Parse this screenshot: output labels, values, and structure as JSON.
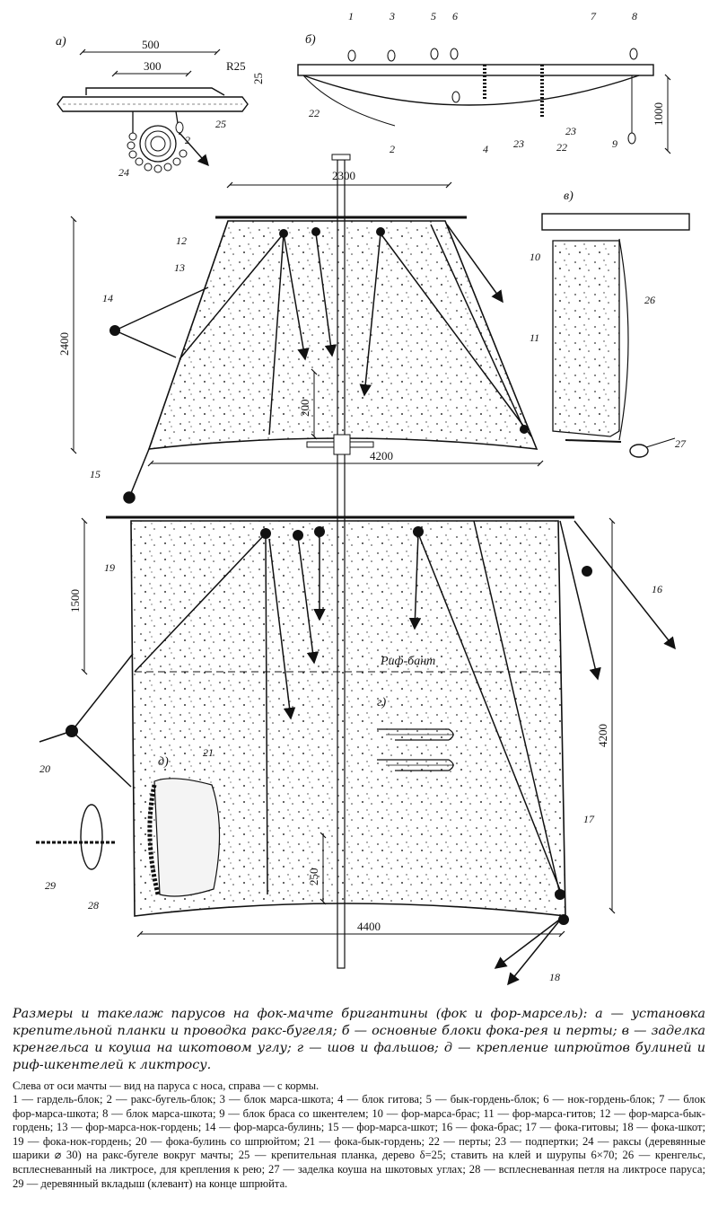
{
  "panel_labels": {
    "a": "а)",
    "b": "б)",
    "v": "в)",
    "g": "г)",
    "d": "д)"
  },
  "dimensions": {
    "a_width_outer": "500",
    "a_width_inner": "300",
    "a_radius": "R25",
    "a_height": "25",
    "b_height": "1000",
    "top_yard": "2300",
    "topsail_height": "2400",
    "topsail_foot": "4200",
    "topsail_roach": "200",
    "fore_head_drop": "1500",
    "fore_height": "4200",
    "fore_foot": "4400",
    "fore_roach": "250"
  },
  "reef_label": "Риф-бант",
  "numbers": [
    "1",
    "2",
    "3",
    "4",
    "5",
    "6",
    "7",
    "8",
    "9",
    "10",
    "11",
    "12",
    "13",
    "14",
    "15",
    "16",
    "17",
    "18",
    "19",
    "20",
    "21",
    "22",
    "23",
    "24",
    "25",
    "26",
    "27",
    "28",
    "29"
  ],
  "caption": {
    "title": "Размеры и такелаж парусов на фок-мачте бригантины (фок и фор-марсель): а — установка крепительной планки и проводка ракс-бугеля; б — основные блоки фока-рея и перты; в — заделка кренгельса и коуша на шкотовом углу; г — шов и фальшов; д — крепление шпрюйтов булиней и риф-шкентелей к ликтросу.",
    "legend_intro": "Слева от оси мачты — вид на паруса с носа, справа — с кормы.",
    "legend": "1 — гардель-блок; 2 — ракс-бугель-блок; 3 — блок марса-шкота; 4 — блок гитова; 5 — бык-гордень-блок; 6 — нок-гордень-блок; 7 — блок фор-марса-шкота; 8 — блок марса-шкота; 9 — блок браса со шкентелем; 10 — фор-марса-брас; 11 — фор-марса-гитов; 12 — фор-марса-бык-гордень; 13 — фор-марса-нок-гордень; 14 — фор-марса-булинь; 15 — фор-марса-шкот; 16 — фока-брас; 17 — фока-гитовы; 18 — фока-шкот; 19 — фока-нок-гордень; 20 — фока-булинь со шпрюйтом; 21 — фока-бык-гордень; 22 — перты; 23 — подпертки; 24 — раксы (деревянные шарики ⌀ 30) на ракс-бугеле вокруг мачты; 25 — крепительная планка, дерево δ=25; ставить на клей и шурупы 6×70; 26 — кренгельс, всплесневанный на ликтросе, для крепления к рею; 27 — заделка коуша на шкотовых углах; 28 — всплесневанная петля на ликтросе паруса; 29 — деревянный вкладыш (клевант) на конце шпрюйта."
  }
}
